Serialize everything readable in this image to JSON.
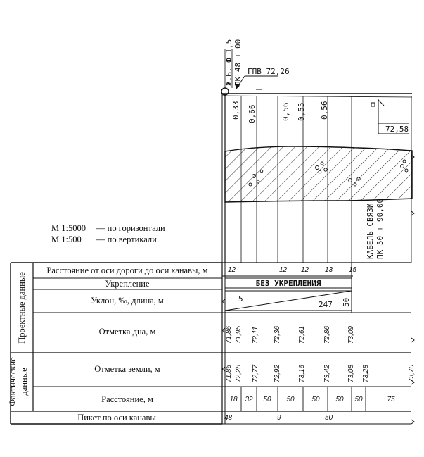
{
  "scale_notes": [
    {
      "scale": "М 1:5000",
      "axis": "— по горизонтали"
    },
    {
      "scale": "М 1:500",
      "axis": "— по вертикали"
    }
  ],
  "group_labels": {
    "design": "Проектные данные",
    "actual": "Фактические данные"
  },
  "row_labels": {
    "distance_axis": "Расстояние от оси дороги до оси канавы, м",
    "reinforcement": "Укрепление",
    "slope": "Уклон, ‰, длина, м",
    "bottom_mark": "Отметка дна, м",
    "ground_mark": "Отметка земли, м",
    "distance": "Расстояние, м",
    "picket": "Пикет по оси канавы"
  },
  "top_annotations": {
    "start_mark": "Ж.Б. Ф 1,5",
    "start_picket": "ПК 48 + 00",
    "gpv": "ГПВ 72,26",
    "end_mark": "72,58",
    "cable_title": "КАБЕЛЬ СВЯЗИ",
    "cable_picket": "ПК 50 + 90,00"
  },
  "depths": [
    "0,33",
    "0,66",
    "0,56",
    "0,55",
    "0,56"
  ],
  "axis_distances": [
    "12",
    "12",
    "12",
    "13",
    "15"
  ],
  "reinforcement_value": "БЕЗ УКРЕПЛЕНИЯ",
  "slope": {
    "value_left": "5",
    "length": "247",
    "value_right": "50"
  },
  "bottom_marks": [
    "71,86",
    "71,95",
    "72,11",
    "72,36",
    "72,61",
    "72,86",
    "73,09"
  ],
  "ground_marks": [
    "71,86",
    "72,28",
    "72,77",
    "72,92",
    "73,16",
    "73,42",
    "73,08",
    "73,28",
    "73,70"
  ],
  "distances": [
    "18",
    "32",
    "50",
    "50",
    "50",
    "50",
    "50",
    "75"
  ],
  "pickets": [
    "48",
    "9",
    "50"
  ]
}
